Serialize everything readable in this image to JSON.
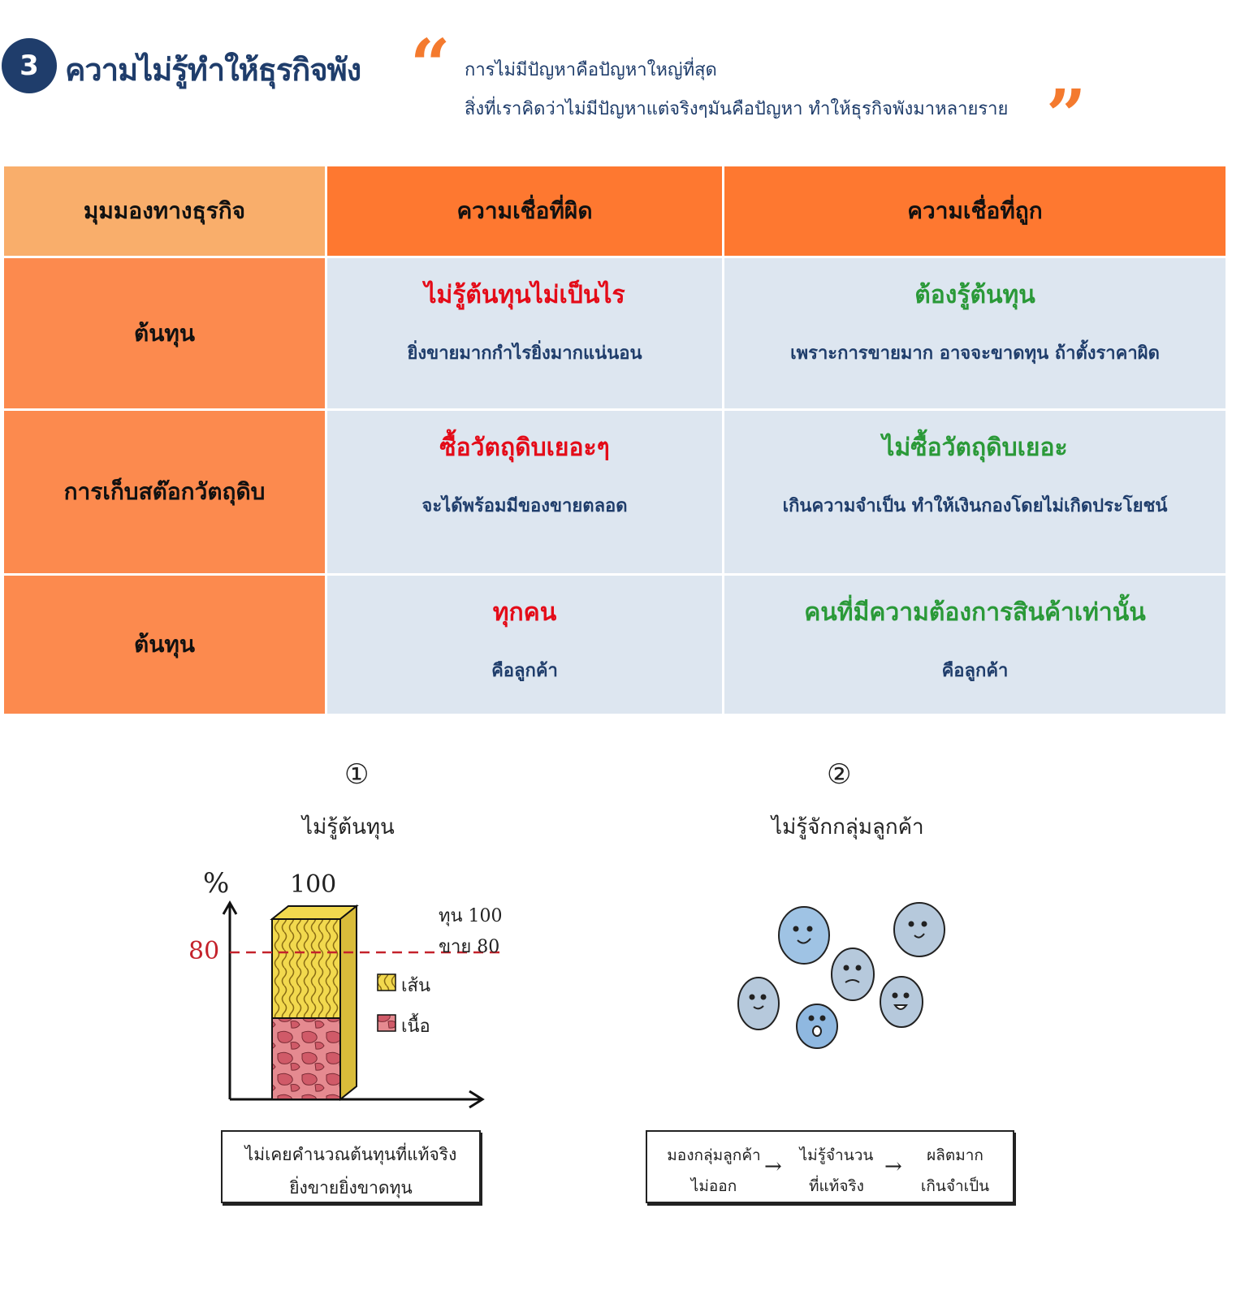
{
  "header": {
    "number": "3",
    "title": "ความไม่รู้ทำให้ธุรกิจพัง",
    "quote_open": "“",
    "quote_close": "”",
    "quote_line1": "การไม่มีปัญหาคือปัญหาใหญ่ที่สุด",
    "quote_line2": "สิ่งที่เราคิดว่าไม่มีปัญหาแต่จริงๆมันคือปัญหา ทำให้ธุรกิจพังมาหลายราย"
  },
  "table": {
    "headers": [
      "มุมมองทางธุรกิจ",
      "ความเชื่อที่ผิด",
      "ความเชื่อที่ถูก"
    ],
    "rows": [
      {
        "label": "ต้นทุน",
        "wrong_title": "ไม่รู้ต้นทุนไม่เป็นไร",
        "wrong_sub": "ยิ่งขายมากกำไรยิ่งมากแน่นอน",
        "right_title": "ต้องรู้ต้นทุน",
        "right_sub": "เพราะการขายมาก อาจจะขาดทุน ถ้าตั้งราคาผิด"
      },
      {
        "label": "การเก็บสต๊อกวัตถุดิบ",
        "wrong_title": "ซื้อวัตถุดิบเยอะๆ",
        "wrong_sub": "จะได้พร้อมมีของขายตลอด",
        "right_title": "ไม่ซื้อวัตถุดิบเยอะ",
        "right_sub": "เกินความจำเป็น ทำให้เงินกองโดยไม่เกิดประโยชน์"
      },
      {
        "label": "ต้นทุน",
        "wrong_title": "ทุกคน",
        "wrong_sub": "คือลูกค้า",
        "right_title": "คนที่มีความต้องการสินค้าเท่านั้น",
        "right_sub": "คือลูกค้า"
      }
    ]
  },
  "illustration1": {
    "number": "①",
    "title": "ไม่รู้ต้นทุน",
    "y_axis_label": "%",
    "bar_top_label": "100",
    "line_label": "80",
    "cost_label": "ทุน 100",
    "sale_label": "ขาย 80",
    "legend_noodle": "เส้น",
    "legend_meat": "เนื้อ",
    "caption_line1": "ไม่เคยคำนวณต้นทุนที่แท้จริง",
    "caption_line2": "ยิ่งขายยิ่งขาดทุน"
  },
  "illustration2": {
    "number": "②",
    "title": "ไม่รู้จักกลุ่มลูกค้า",
    "flow": [
      {
        "line1": "มองกลุ่มลูกค้า",
        "line2": "ไม่ออก"
      },
      {
        "line1": "ไม่รู้จำนวน",
        "line2": "ที่แท้จริง"
      },
      {
        "line1": "ผลิตมาก",
        "line2": "เกินจำเป็น"
      }
    ],
    "arrow": "→"
  },
  "colors": {
    "navy": "#1f3d6b",
    "orange_quote": "#f47a2e",
    "header_light": "#f9ae6b",
    "header_orange": "#fe7830",
    "row_orange": "#fc8a4e",
    "cell_blue": "#dde6f0",
    "wrong_red": "#e40b18",
    "right_green": "#2a9938"
  }
}
